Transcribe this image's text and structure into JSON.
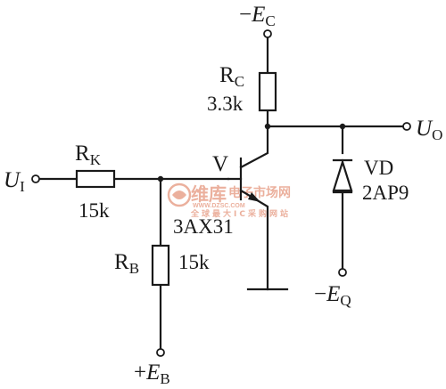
{
  "supplies": {
    "ec": {
      "sign": "−",
      "letter": "E",
      "sub": "C"
    },
    "eb": {
      "sign": "+",
      "letter": "E",
      "sub": "B"
    },
    "eq": {
      "sign": "−",
      "letter": "E",
      "sub": "Q"
    }
  },
  "ports": {
    "input": {
      "letter": "U",
      "sub": "I"
    },
    "output": {
      "letter": "U",
      "sub": "O"
    }
  },
  "components": {
    "rc": {
      "letter": "R",
      "sub": "C",
      "value": "3.3k"
    },
    "rk": {
      "letter": "R",
      "sub": "K",
      "value": "15k"
    },
    "rb": {
      "letter": "R",
      "sub": "B",
      "value": "15k"
    },
    "transistor": {
      "designator": "V",
      "part": "3AX31"
    },
    "diode": {
      "designator": "VD",
      "part": "2AP9"
    }
  },
  "watermark": {
    "brand": "维库",
    "site": "电子市场网",
    "url": "WWW.DZSC.COM",
    "slogan": "全球最大IC采购网站",
    "color": "#e8a38d"
  }
}
